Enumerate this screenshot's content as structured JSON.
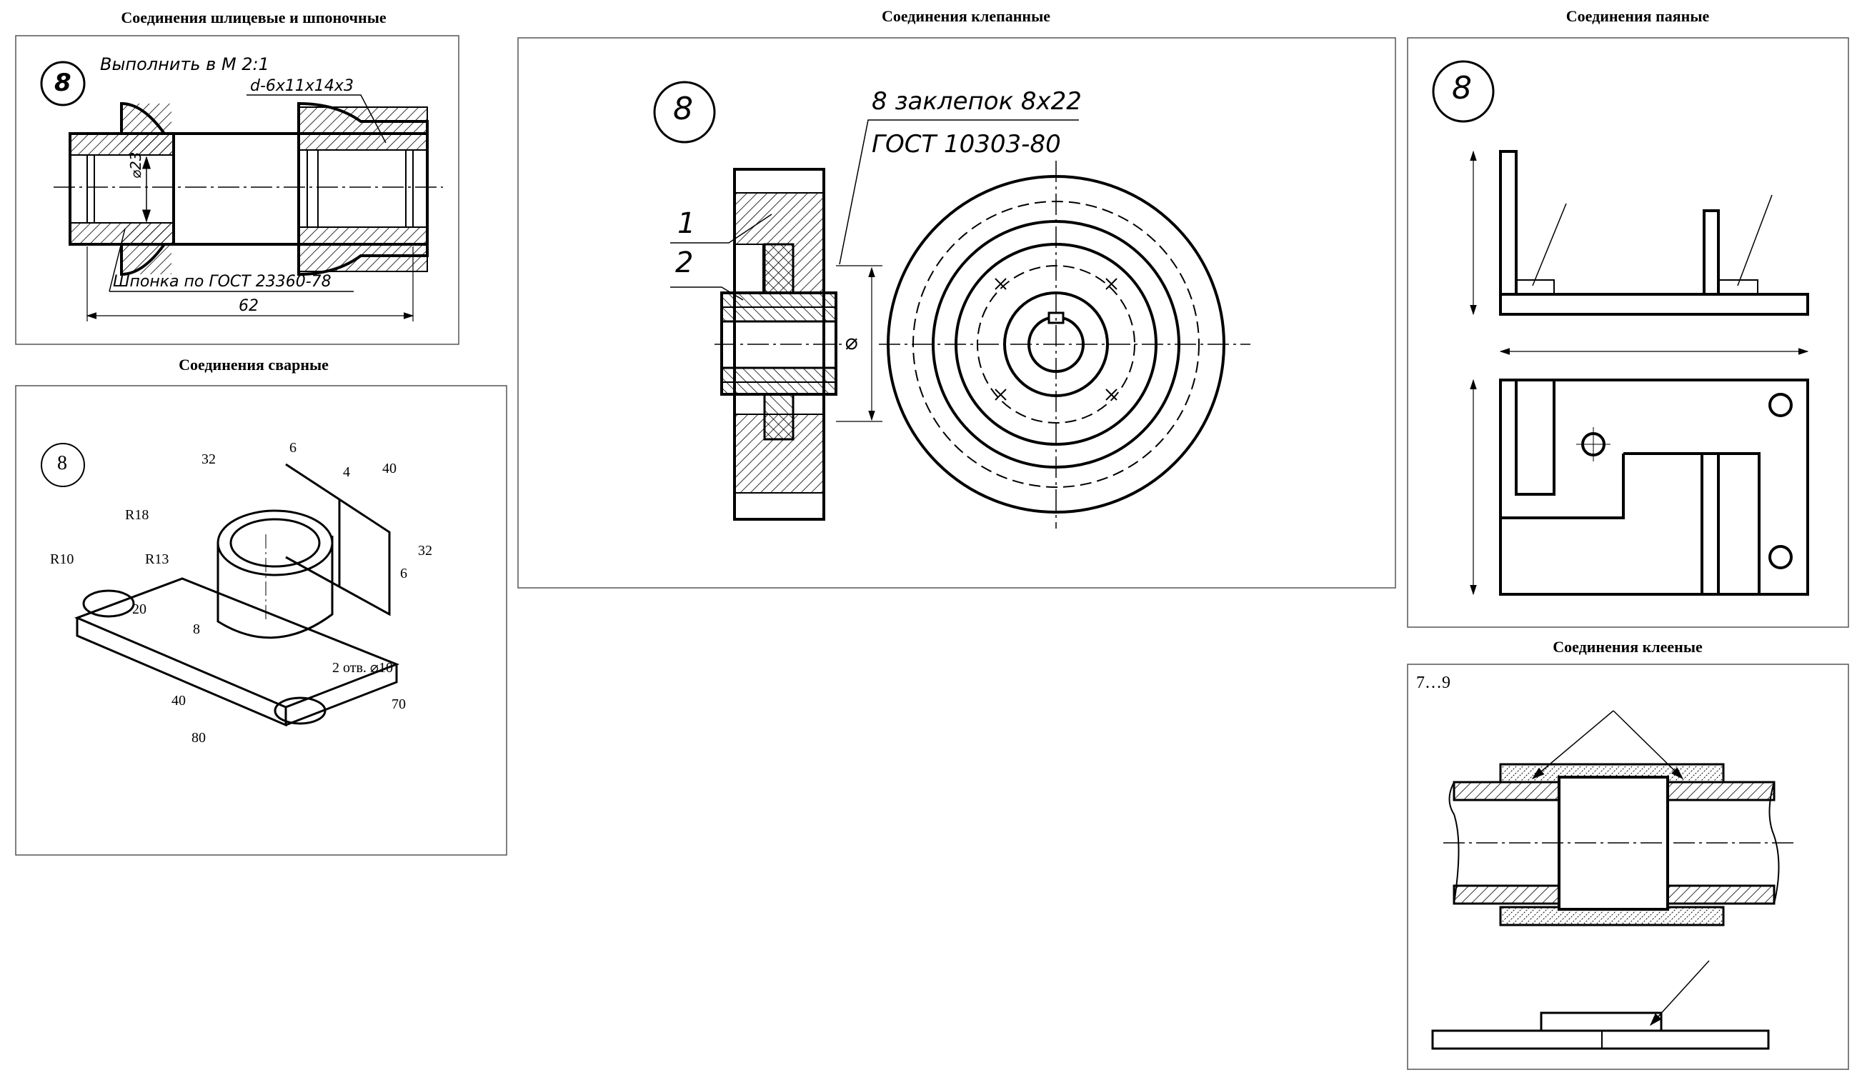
{
  "titles": {
    "spline_key": "Соединения шлицевые и шпоночные",
    "riveted": "Соединения клепанные",
    "soldered": "Соединения паяные",
    "welded": "Соединения сварные",
    "glued": "Соединения клееные"
  },
  "spline": {
    "variant": "8",
    "note": "Выполнить в М 2:1",
    "spline_designation": "d-6x11x14x3",
    "diameter": "⌀23",
    "key_note": "Шпонка по ГОСТ 23360-78",
    "length": "62"
  },
  "riveted": {
    "variant": "8",
    "rivets": "8 заклепок 8x22",
    "gost": "ГОСТ 10303-80",
    "pos1": "1",
    "pos2": "2",
    "dia_symbol": "⌀"
  },
  "soldered": {
    "variant": "8"
  },
  "welded": {
    "variant": "8",
    "r18": "R18",
    "r13": "R13",
    "r10": "R10",
    "d32a": "32",
    "d6a": "6",
    "d4": "4",
    "d40a": "40",
    "d32b": "32",
    "d6b": "6",
    "d20": "20",
    "d8": "8",
    "d40b": "40",
    "d80": "80",
    "d70": "70",
    "holes": "2 отв. ⌀10"
  },
  "glued": {
    "variant": "7…9"
  }
}
